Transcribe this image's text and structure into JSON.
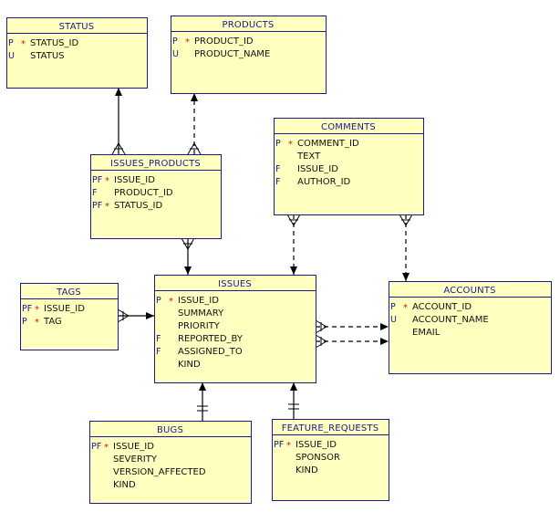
{
  "colors": {
    "entity_fill": "#ffffc0",
    "entity_border": "#1a1a8c",
    "title_text": "#1a1a8c",
    "key_text": "#1a1a8c",
    "mandatory_star": "#d01010",
    "column_text": "#111111",
    "line": "#000000"
  },
  "entities": [
    {
      "id": "status",
      "name": "STATUS",
      "columns": [
        {
          "key": "P",
          "mandatory": true,
          "name": "STATUS_ID"
        },
        {
          "key": "U",
          "mandatory": false,
          "name": "STATUS"
        }
      ]
    },
    {
      "id": "products",
      "name": "PRODUCTS",
      "columns": [
        {
          "key": "P",
          "mandatory": true,
          "name": "PRODUCT_ID"
        },
        {
          "key": "U",
          "mandatory": false,
          "name": "PRODUCT_NAME"
        }
      ]
    },
    {
      "id": "comments",
      "name": "COMMENTS",
      "columns": [
        {
          "key": "P",
          "mandatory": true,
          "name": "COMMENT_ID"
        },
        {
          "key": "",
          "mandatory": false,
          "name": "TEXT"
        },
        {
          "key": "F",
          "mandatory": false,
          "name": "ISSUE_ID"
        },
        {
          "key": "F",
          "mandatory": false,
          "name": "AUTHOR_ID"
        }
      ]
    },
    {
      "id": "issues_products",
      "name": "ISSUES_PRODUCTS",
      "columns": [
        {
          "key": "PF",
          "mandatory": true,
          "name": "ISSUE_ID"
        },
        {
          "key": "F",
          "mandatory": false,
          "name": "PRODUCT_ID"
        },
        {
          "key": "PF",
          "mandatory": true,
          "name": "STATUS_ID"
        }
      ]
    },
    {
      "id": "tags",
      "name": "TAGS",
      "columns": [
        {
          "key": "PF",
          "mandatory": true,
          "name": "ISSUE_ID"
        },
        {
          "key": "P",
          "mandatory": true,
          "name": "TAG"
        }
      ]
    },
    {
      "id": "issues",
      "name": "ISSUES",
      "columns": [
        {
          "key": "P",
          "mandatory": true,
          "name": "ISSUE_ID"
        },
        {
          "key": "",
          "mandatory": false,
          "name": "SUMMARY"
        },
        {
          "key": "",
          "mandatory": false,
          "name": "PRIORITY"
        },
        {
          "key": "F",
          "mandatory": false,
          "name": "REPORTED_BY"
        },
        {
          "key": "F",
          "mandatory": false,
          "name": "ASSIGNED_TO"
        },
        {
          "key": "",
          "mandatory": false,
          "name": "KIND"
        }
      ]
    },
    {
      "id": "accounts",
      "name": "ACCOUNTS",
      "columns": [
        {
          "key": "P",
          "mandatory": true,
          "name": "ACCOUNT_ID"
        },
        {
          "key": "U",
          "mandatory": false,
          "name": "ACCOUNT_NAME"
        },
        {
          "key": "",
          "mandatory": false,
          "name": "EMAIL"
        }
      ]
    },
    {
      "id": "bugs",
      "name": "BUGS",
      "columns": [
        {
          "key": "PF",
          "mandatory": true,
          "name": "ISSUE_ID"
        },
        {
          "key": "",
          "mandatory": false,
          "name": "SEVERITY"
        },
        {
          "key": "",
          "mandatory": false,
          "name": "VERSION_AFFECTED"
        },
        {
          "key": "",
          "mandatory": false,
          "name": "KIND"
        }
      ]
    },
    {
      "id": "feature_requests",
      "name": "FEATURE_REQUESTS",
      "columns": [
        {
          "key": "PF",
          "mandatory": true,
          "name": "ISSUE_ID"
        },
        {
          "key": "",
          "mandatory": false,
          "name": "SPONSOR"
        },
        {
          "key": "",
          "mandatory": false,
          "name": "KIND"
        }
      ]
    }
  ],
  "relationships": [
    {
      "id": "issues_products-status",
      "child": "issues_products",
      "parent": "status",
      "identifying": true
    },
    {
      "id": "issues_products-products",
      "child": "issues_products",
      "parent": "products",
      "identifying": false
    },
    {
      "id": "issues_products-issues",
      "child": "issues_products",
      "parent": "issues",
      "identifying": true
    },
    {
      "id": "tags-issues",
      "child": "tags",
      "parent": "issues",
      "identifying": true
    },
    {
      "id": "comments-issues",
      "child": "comments",
      "parent": "issues",
      "identifying": false
    },
    {
      "id": "comments-accounts",
      "child": "comments",
      "parent": "accounts",
      "identifying": false
    },
    {
      "id": "issues-accounts-reported_by",
      "child": "issues",
      "parent": "accounts",
      "identifying": false
    },
    {
      "id": "issues-accounts-assigned_to",
      "child": "issues",
      "parent": "accounts",
      "identifying": false
    },
    {
      "id": "bugs-issues",
      "child": "bugs",
      "parent": "issues",
      "identifying": true
    },
    {
      "id": "feature_requests-issues",
      "child": "feature_requests",
      "parent": "issues",
      "identifying": true
    }
  ]
}
